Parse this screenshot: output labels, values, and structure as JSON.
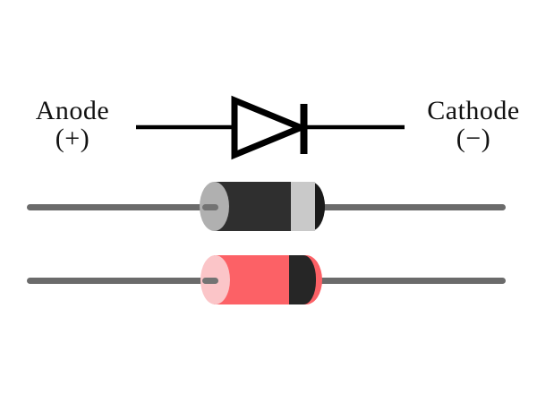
{
  "schematic": {
    "anode_label": "Anode",
    "anode_polarity": "(+)",
    "cathode_label": "Cathode",
    "cathode_polarity": "(−)",
    "line_color": "#000000"
  },
  "components": {
    "lead_color": "#6b6b6b",
    "lead_tip_color": "#737373",
    "black_diode": {
      "name": "black-diode",
      "body_color": "#2f2f2f",
      "left_cap_color": "#b0b0b0",
      "band_color": "#c9c9c9",
      "right_cap_color": "#1a1a1a"
    },
    "red_diode": {
      "name": "red-diode",
      "body_color": "#fc6166",
      "left_cap_color": "#fbc5c8",
      "band_color": "#262626",
      "right_cap_color": "#fc6166"
    }
  }
}
